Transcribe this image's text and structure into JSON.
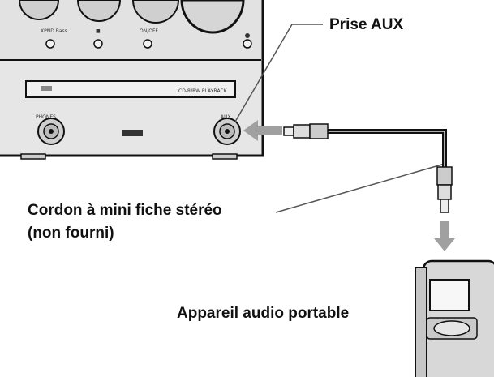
{
  "labels": {
    "aux_jack": "Prise AUX",
    "cable_line1": "Cordon à mini fiche stéréo",
    "cable_line2": "(non fourni)",
    "portable_device": "Appareil audio portable"
  },
  "device_markings": {
    "btn1": "XPND Bass",
    "btn2": "■",
    "btn3": "ON/OFF",
    "tray": "CD-R/RW PLAYBACK",
    "phones": "PHONES",
    "aux": "AUX"
  },
  "colors": {
    "arrow": "#a0a0a0",
    "device_body": "#e4e4e4",
    "cable": "#111111",
    "portable_body": "#d8d8d8"
  }
}
